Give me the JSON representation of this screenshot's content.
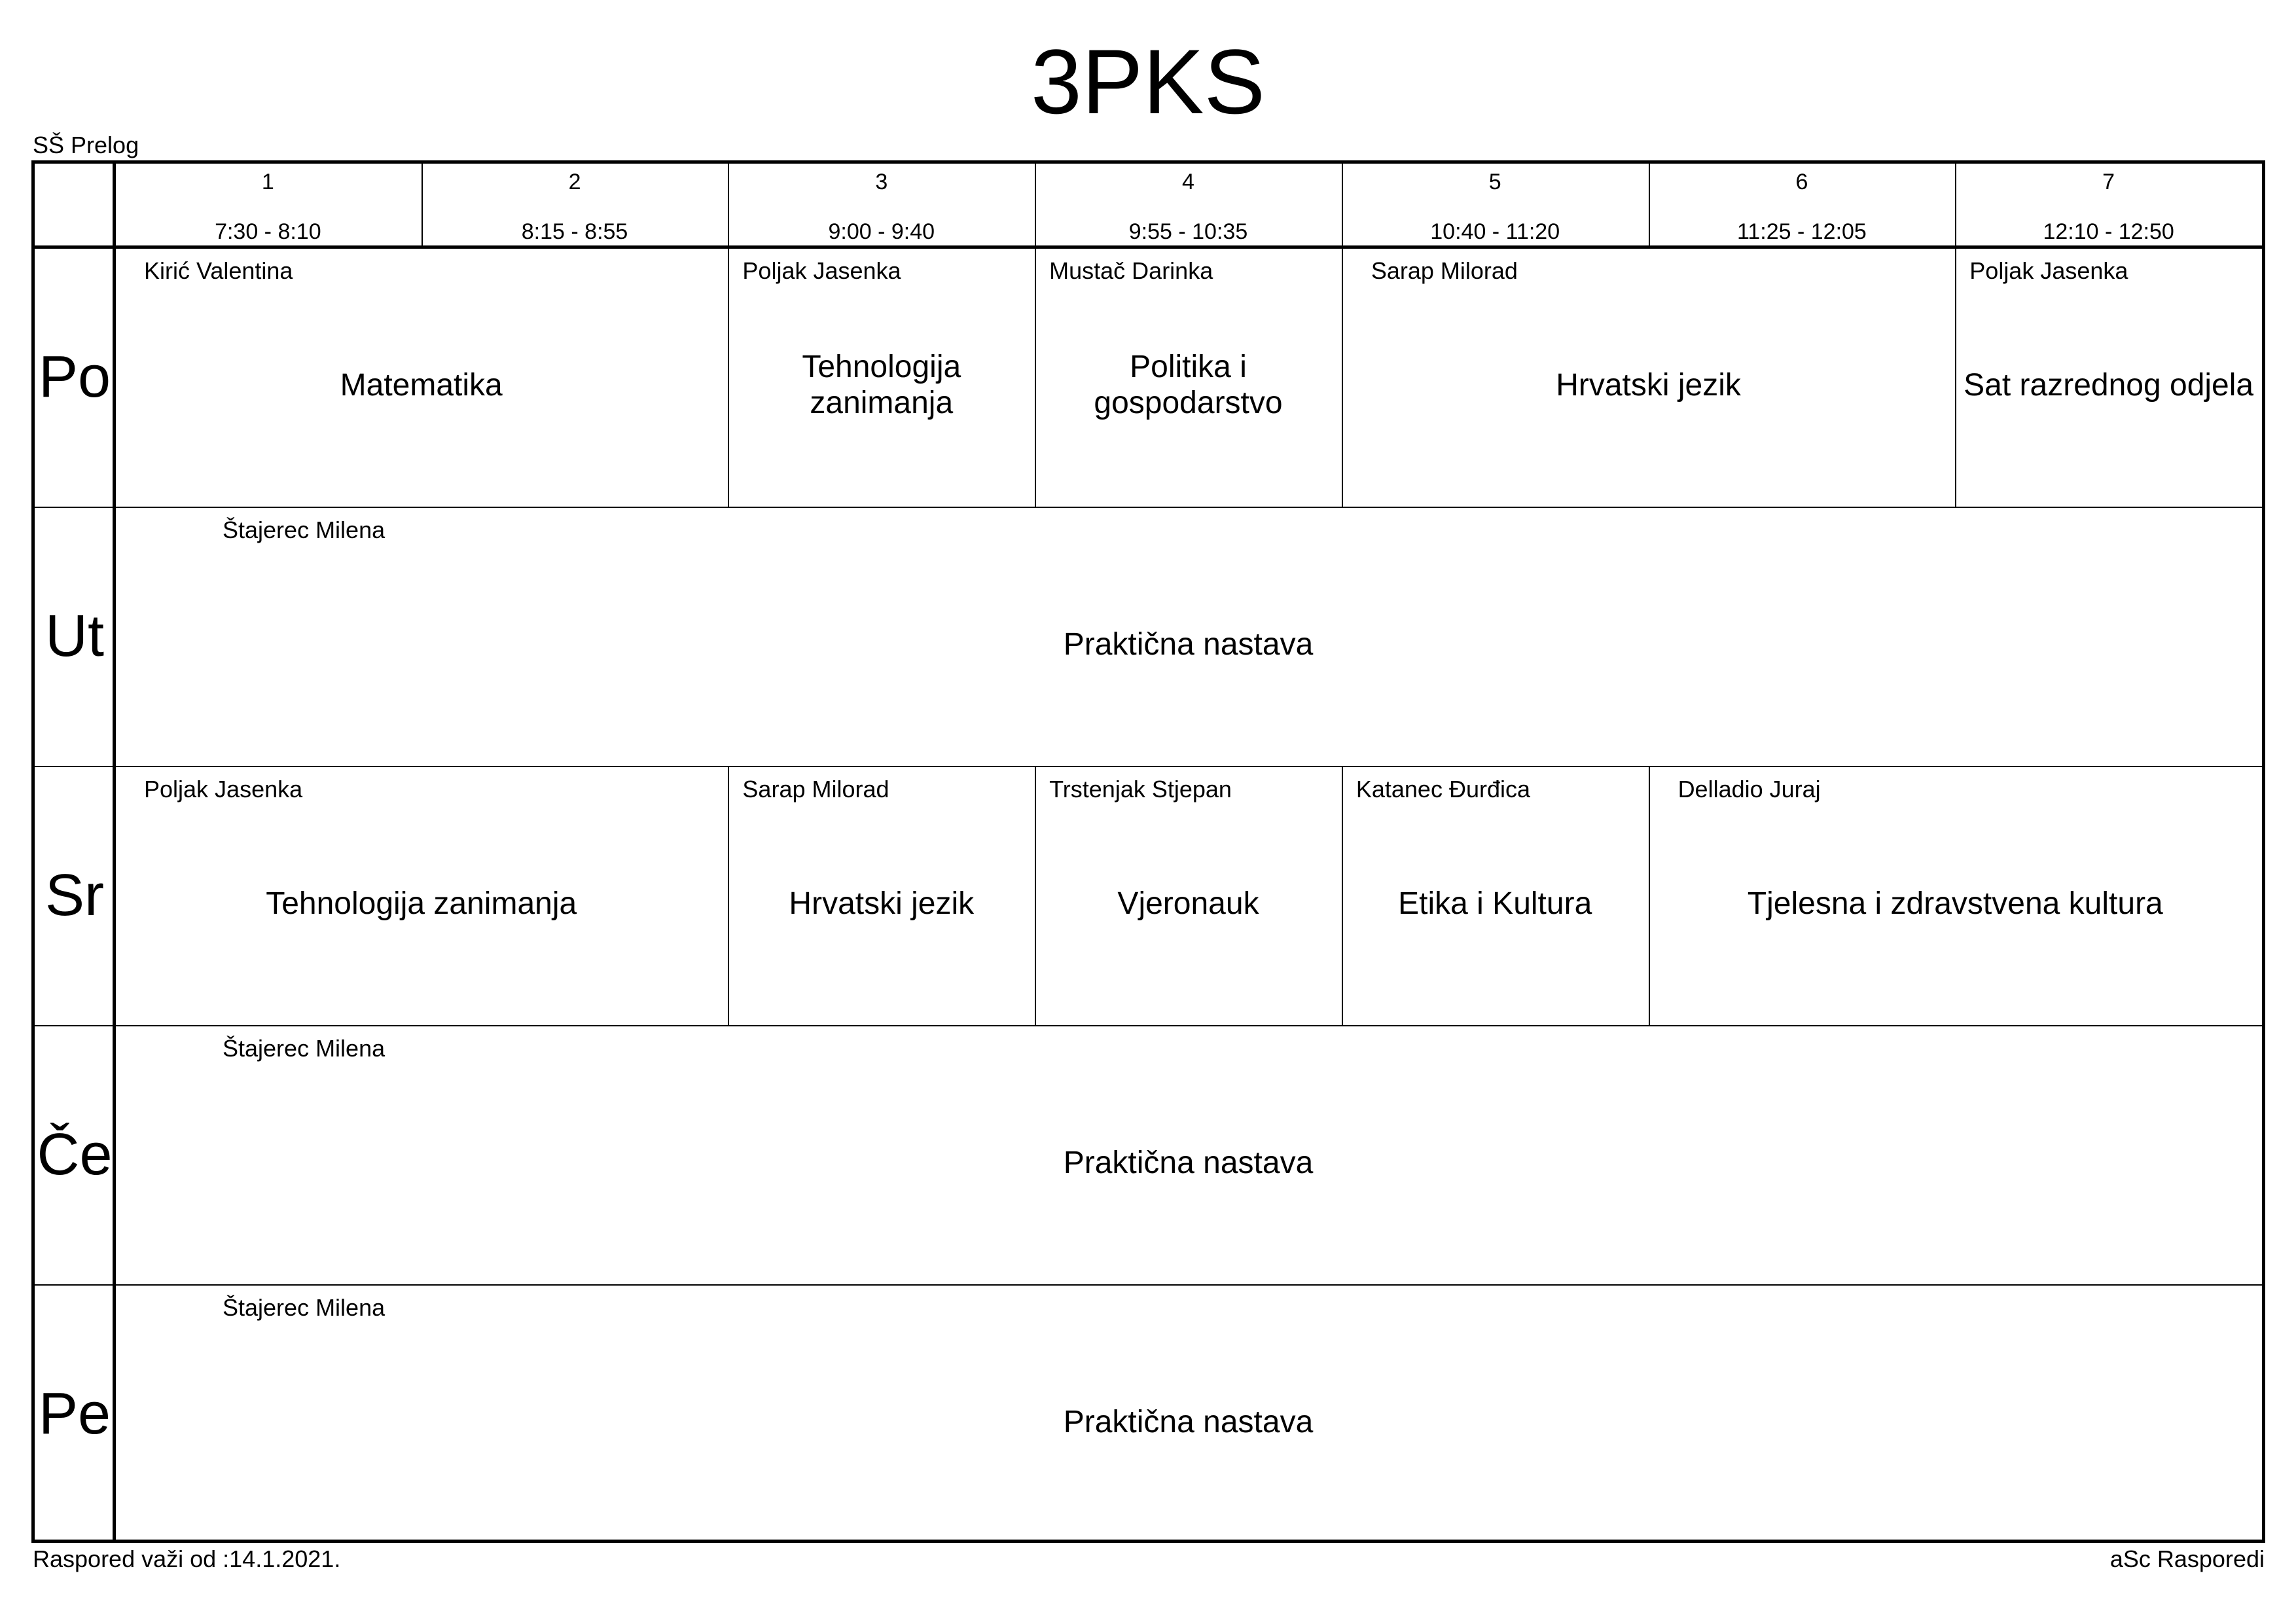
{
  "title": "3PKS",
  "school": "SŠ Prelog",
  "periods": [
    {
      "number": "1",
      "time": "7:30 - 8:10"
    },
    {
      "number": "2",
      "time": "8:15 - 8:55"
    },
    {
      "number": "3",
      "time": "9:00 - 9:40"
    },
    {
      "number": "4",
      "time": "9:55 - 10:35"
    },
    {
      "number": "5",
      "time": "10:40 - 11:20"
    },
    {
      "number": "6",
      "time": "11:25 - 12:05"
    },
    {
      "number": "7",
      "time": "12:10 - 12:50"
    }
  ],
  "days": [
    {
      "label": "Po",
      "lessons": [
        {
          "start": 1,
          "span": 2,
          "teacher": "Kirić Valentina",
          "subject": "Matematika"
        },
        {
          "start": 3,
          "span": 1,
          "teacher": "Poljak Jasenka",
          "subject": "Tehnologija zanimanja"
        },
        {
          "start": 4,
          "span": 1,
          "teacher": "Mustač Darinka",
          "subject": "Politika i gospodarstvo"
        },
        {
          "start": 5,
          "span": 2,
          "teacher": "Sarap Milorad",
          "subject": "Hrvatski jezik"
        },
        {
          "start": 7,
          "span": 1,
          "teacher": "Poljak Jasenka",
          "subject": "Sat razrednog odjela"
        }
      ]
    },
    {
      "label": "Ut",
      "lessons": [
        {
          "start": 1,
          "span": 7,
          "teacher": "Štajerec Milena",
          "subject": "Praktična nastava"
        }
      ]
    },
    {
      "label": "Sr",
      "lessons": [
        {
          "start": 1,
          "span": 2,
          "teacher": "Poljak Jasenka",
          "subject": "Tehnologija zanimanja"
        },
        {
          "start": 3,
          "span": 1,
          "teacher": "Sarap Milorad",
          "subject": "Hrvatski jezik"
        },
        {
          "start": 4,
          "span": 1,
          "teacher": "Trstenjak Stjepan",
          "subject": "Vjeronauk"
        },
        {
          "start": 5,
          "span": 1,
          "teacher": "Katanec Đurđica",
          "subject": "Etika i Kultura"
        },
        {
          "start": 6,
          "span": 2,
          "teacher": "Delladio Juraj",
          "subject": "Tjelesna i zdravstvena kultura"
        }
      ]
    },
    {
      "label": "Če",
      "lessons": [
        {
          "start": 1,
          "span": 7,
          "teacher": "Štajerec Milena",
          "subject": "Praktična nastava"
        }
      ]
    },
    {
      "label": "Pe",
      "lessons": [
        {
          "start": 1,
          "span": 7,
          "teacher": "Štajerec Milena",
          "subject": "Praktična nastava"
        }
      ]
    }
  ],
  "footer": {
    "valid_from": "Raspored važi od :14.1.2021.",
    "software": "aSc Rasporedi"
  }
}
